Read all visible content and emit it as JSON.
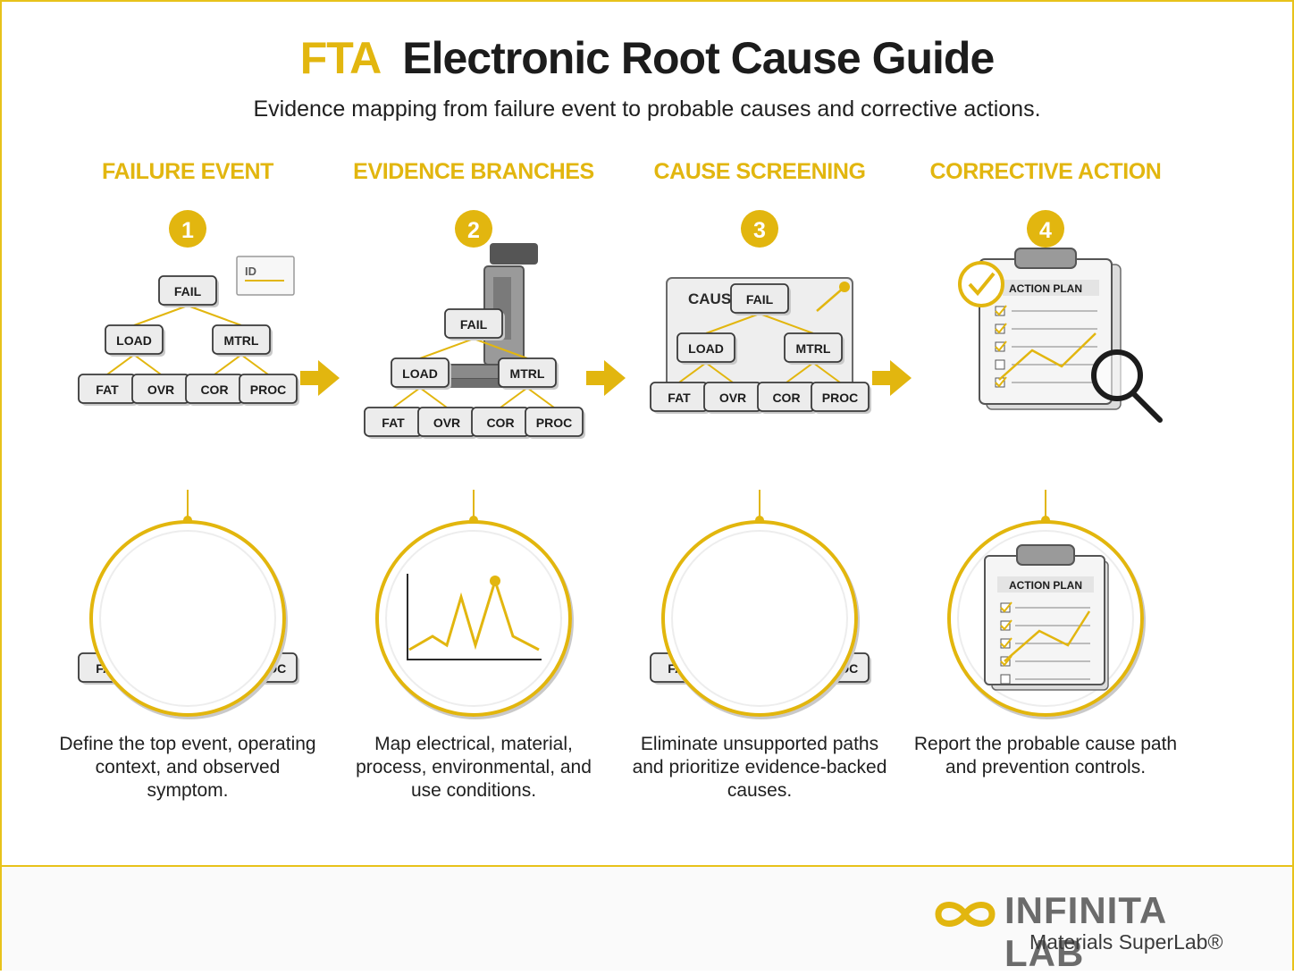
{
  "header": {
    "acronym": "FTA",
    "title": "Electronic Root Cause Guide",
    "subtitle": "Evidence mapping from failure event to probable causes and corrective actions."
  },
  "steps": [
    {
      "number": "1",
      "title": "FAILURE EVENT",
      "description": "Define the top event, operating context, and observed symptom."
    },
    {
      "number": "2",
      "title": "EVIDENCE BRANCHES",
      "description": "Map electrical, material, process, environmental, and use conditions."
    },
    {
      "number": "3",
      "title": "CAUSE SCREENING",
      "description": "Eliminate unsupported paths and prioritize evidence-backed causes."
    },
    {
      "number": "4",
      "title": "CORRECTIVE ACTION",
      "description": "Report the probable cause path and prevention controls."
    }
  ],
  "tree": {
    "top": "FAIL",
    "mid": [
      "LOAD",
      "MTRL"
    ],
    "leaves": [
      "FAT",
      "OVR",
      "COR",
      "PROC"
    ]
  },
  "labels": {
    "id_tag": "ID",
    "cause_card": "CAUSE",
    "action_plan": "ACTION PLAN"
  },
  "colors": {
    "accent": "#e2b60f",
    "dark": "#1c1c1c",
    "box_fill": "#ececec",
    "outline": "#3a3a3a"
  },
  "brand": {
    "name": "INFINITA LAB",
    "tagline": "Materials SuperLab®"
  }
}
